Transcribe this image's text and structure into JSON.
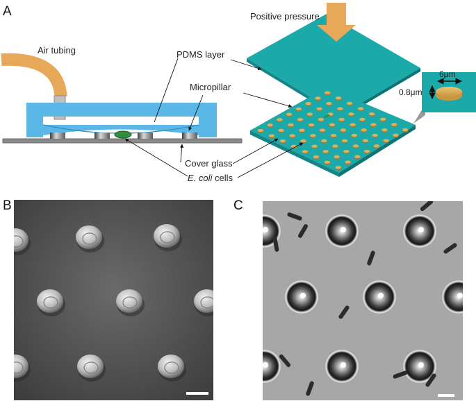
{
  "panels": {
    "a": "A",
    "b": "B",
    "c": "C"
  },
  "labels": {
    "air_tubing": "Air tubing",
    "pdms_layer": "PDMS layer",
    "micropillar": "Micropillar",
    "cover_glass": "Cover glass",
    "ecoli_italic": "E. coli",
    "ecoli_rest": " cells",
    "positive_pressure": "Positive pressure",
    "width_dim": "6μm",
    "height_dim": "0.8μm"
  },
  "colors": {
    "pdms_blue": "#5bb8e6",
    "teal": "#1ba9a9",
    "pillar_tan": "#d9b160",
    "tubing_orange": "#e8a85a",
    "glass_gray": "#8c8c8c"
  }
}
